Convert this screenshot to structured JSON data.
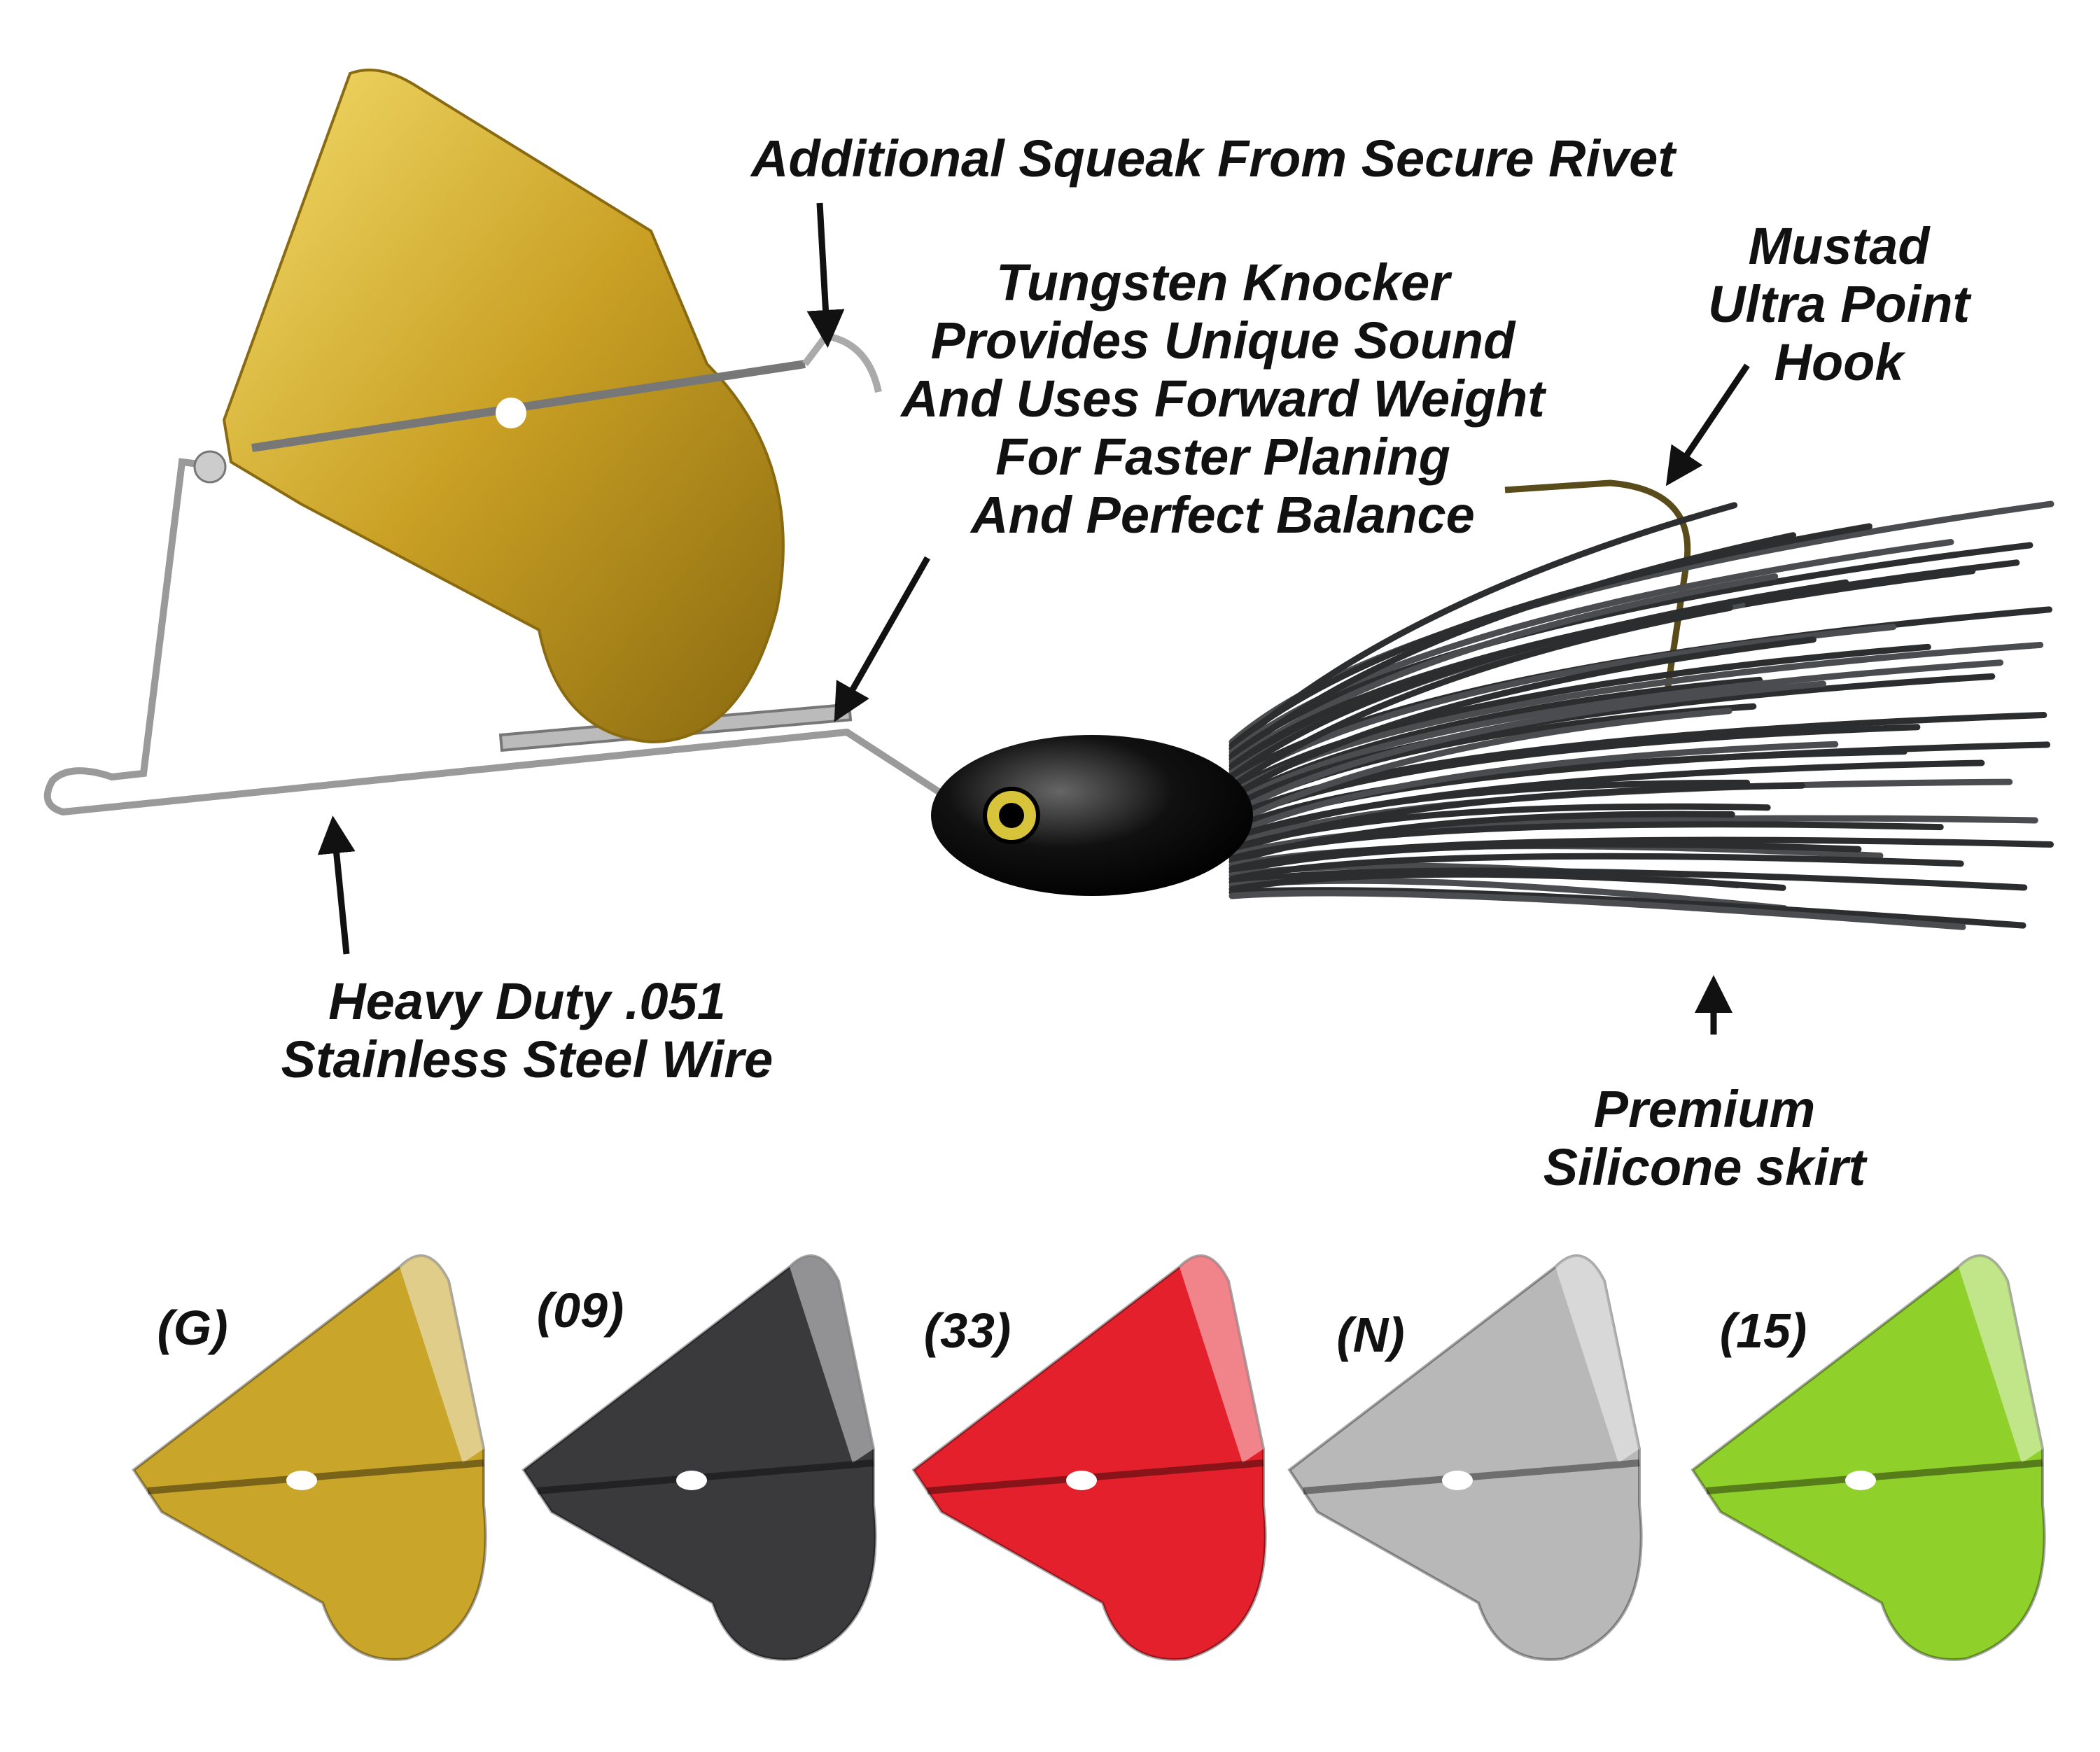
{
  "callouts": {
    "rivet": [
      "Additional Squeak From Secure Rivet"
    ],
    "knocker": [
      "Tungsten Knocker",
      "Provides Unique Sound",
      "And Uses Forward Weight",
      "For Faster Planing",
      "And Perfect Balance"
    ],
    "hook": [
      "Mustad",
      "Ultra Point",
      "Hook"
    ],
    "wire": [
      "Heavy Duty .051",
      "Stainless Steel Wire"
    ],
    "skirt": [
      "Premium",
      "Silicone skirt"
    ]
  },
  "blade_options": [
    {
      "code": "(G)",
      "color": "#c9a52a"
    },
    {
      "code": "(09)",
      "color": "#3a3a3c"
    },
    {
      "code": "(33)",
      "color": "#e3202b"
    },
    {
      "code": "(N)",
      "color": "#b8b8b8"
    },
    {
      "code": "(15)",
      "color": "#8fd12a"
    }
  ],
  "main_blade_color": "#d4ae2e",
  "skirt_color": "#2b2d2f"
}
